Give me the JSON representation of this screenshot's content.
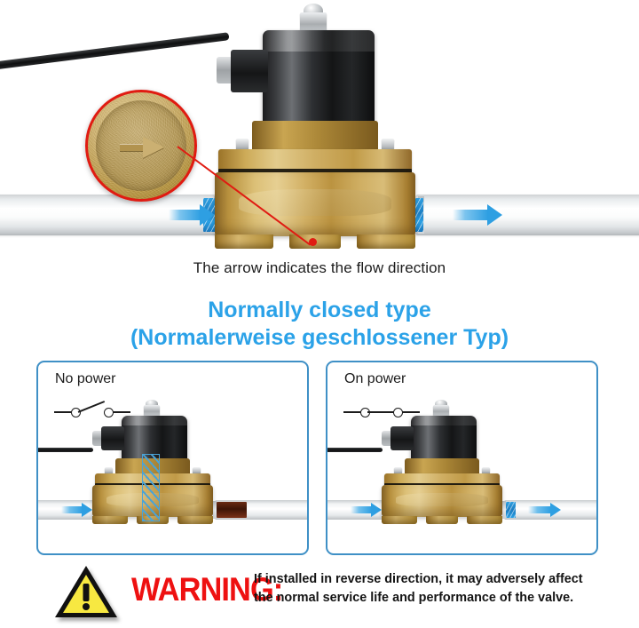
{
  "hero": {
    "callout_icon": "magnified-arrow-emboss",
    "flow_arrow_left": "flow-arrow-right",
    "flow_arrow_right": "flow-arrow-right",
    "caption": "The arrow indicates the flow direction"
  },
  "title": {
    "line1": "Normally closed type",
    "line2": "(Normalerweise geschlossener Typ)",
    "color": "#2ba2e8"
  },
  "panels": [
    {
      "label": "No power",
      "switch_state": "open",
      "flow_in": true,
      "flow_out": false,
      "valve_closed": true
    },
    {
      "label": "On power",
      "switch_state": "closed",
      "flow_in": true,
      "flow_out": true,
      "valve_closed": false
    }
  ],
  "warning": {
    "icon": "warning-triangle-icon",
    "word": "WARNING:",
    "word_color": "#ee1111",
    "text": "If installed in reverse direction, it may adversely affect the normal service life and performance of the valve."
  }
}
